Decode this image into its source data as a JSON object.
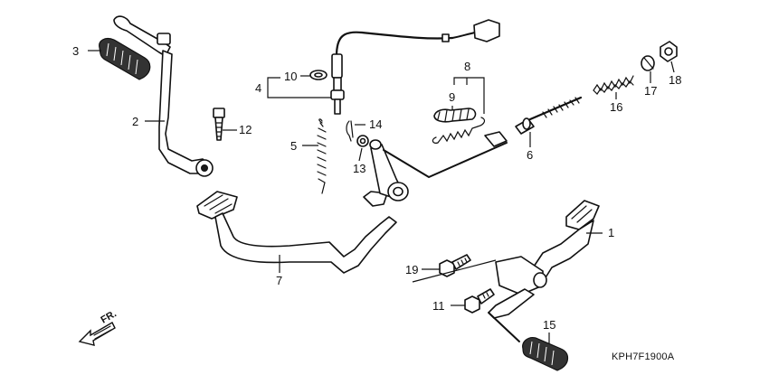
{
  "diagram_code": "KPH7F1900A",
  "direction_label": "FR.",
  "callouts": [
    "1",
    "2",
    "3",
    "4",
    "5",
    "6",
    "7",
    "8",
    "9",
    "10",
    "11",
    "12",
    "13",
    "14",
    "15",
    "16",
    "17",
    "18",
    "19"
  ]
}
